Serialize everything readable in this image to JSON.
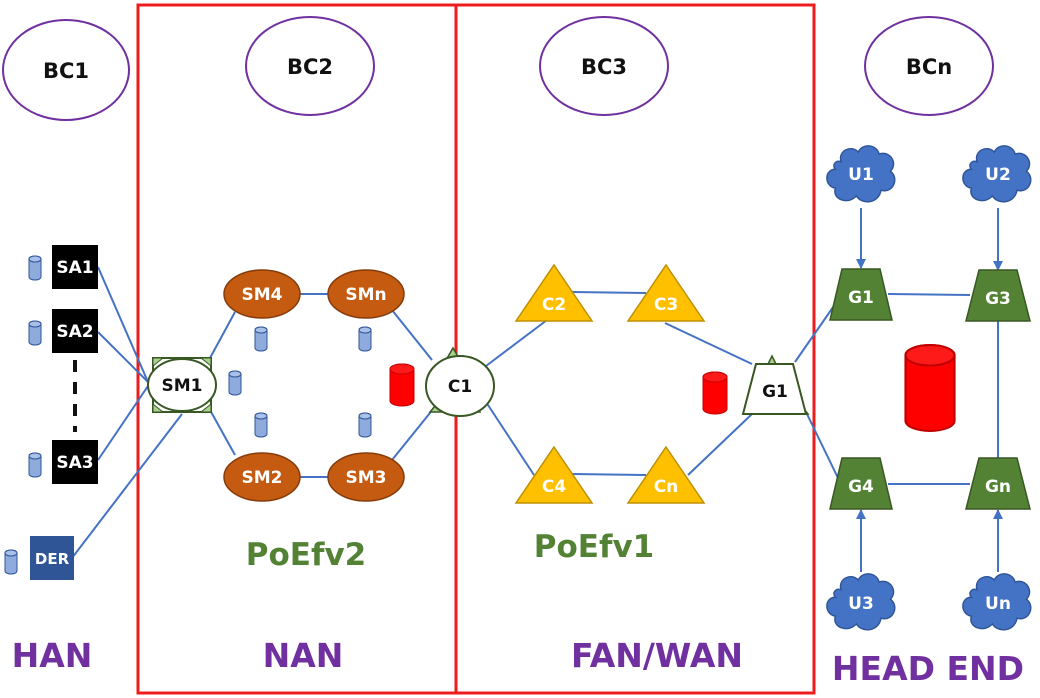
{
  "colors": {
    "region_border": "#ee1c1c",
    "bc_ellipse": "#7030a0",
    "link": "#4472c4",
    "smart_meter": "#c55a11",
    "concentrator": "#ffc000",
    "gateway": "#548235",
    "cloud": "#4472c4",
    "db_blue": "#8faadc",
    "db_red": "#ff0000",
    "zone_label": "#7030a0",
    "protocol_label": "#548235"
  },
  "blockchains": [
    {
      "id": "bc1",
      "label": "BC1"
    },
    {
      "id": "bc2",
      "label": "BC2"
    },
    {
      "id": "bc3",
      "label": "BC3"
    },
    {
      "id": "bcn",
      "label": "BCn"
    }
  ],
  "zones": [
    {
      "id": "han",
      "label": "HAN"
    },
    {
      "id": "nan",
      "label": "NAN"
    },
    {
      "id": "fanwan",
      "label": "FAN/WAN"
    },
    {
      "id": "headend",
      "label": "HEAD END"
    }
  ],
  "protocols": [
    {
      "id": "poefv2",
      "label": "PoEfv2"
    },
    {
      "id": "poefv1",
      "label": "PoEfv1"
    }
  ],
  "han_devices": [
    {
      "id": "sa1",
      "label": "SA1"
    },
    {
      "id": "sa2",
      "label": "SA2"
    },
    {
      "id": "sa3",
      "label": "SA3"
    },
    {
      "id": "der",
      "label": "DER"
    }
  ],
  "smart_meters": [
    {
      "id": "sm1",
      "label": "SM1"
    },
    {
      "id": "sm4",
      "label": "SM4"
    },
    {
      "id": "smn",
      "label": "SMn"
    },
    {
      "id": "sm2",
      "label": "SM2"
    },
    {
      "id": "sm3",
      "label": "SM3"
    }
  ],
  "concentrators": [
    {
      "id": "c1",
      "label": "C1"
    },
    {
      "id": "c2",
      "label": "C2"
    },
    {
      "id": "c3",
      "label": "C3"
    },
    {
      "id": "c4",
      "label": "C4"
    },
    {
      "id": "cn",
      "label": "Cn"
    }
  ],
  "gateways": [
    {
      "id": "g1-bridge",
      "label": "G1"
    },
    {
      "id": "g1",
      "label": "G1"
    },
    {
      "id": "g3",
      "label": "G3"
    },
    {
      "id": "g4",
      "label": "G4"
    },
    {
      "id": "gn",
      "label": "Gn"
    }
  ],
  "utilities": [
    {
      "id": "u1",
      "label": "U1"
    },
    {
      "id": "u2",
      "label": "U2"
    },
    {
      "id": "u3",
      "label": "U3"
    },
    {
      "id": "un",
      "label": "Un"
    }
  ]
}
